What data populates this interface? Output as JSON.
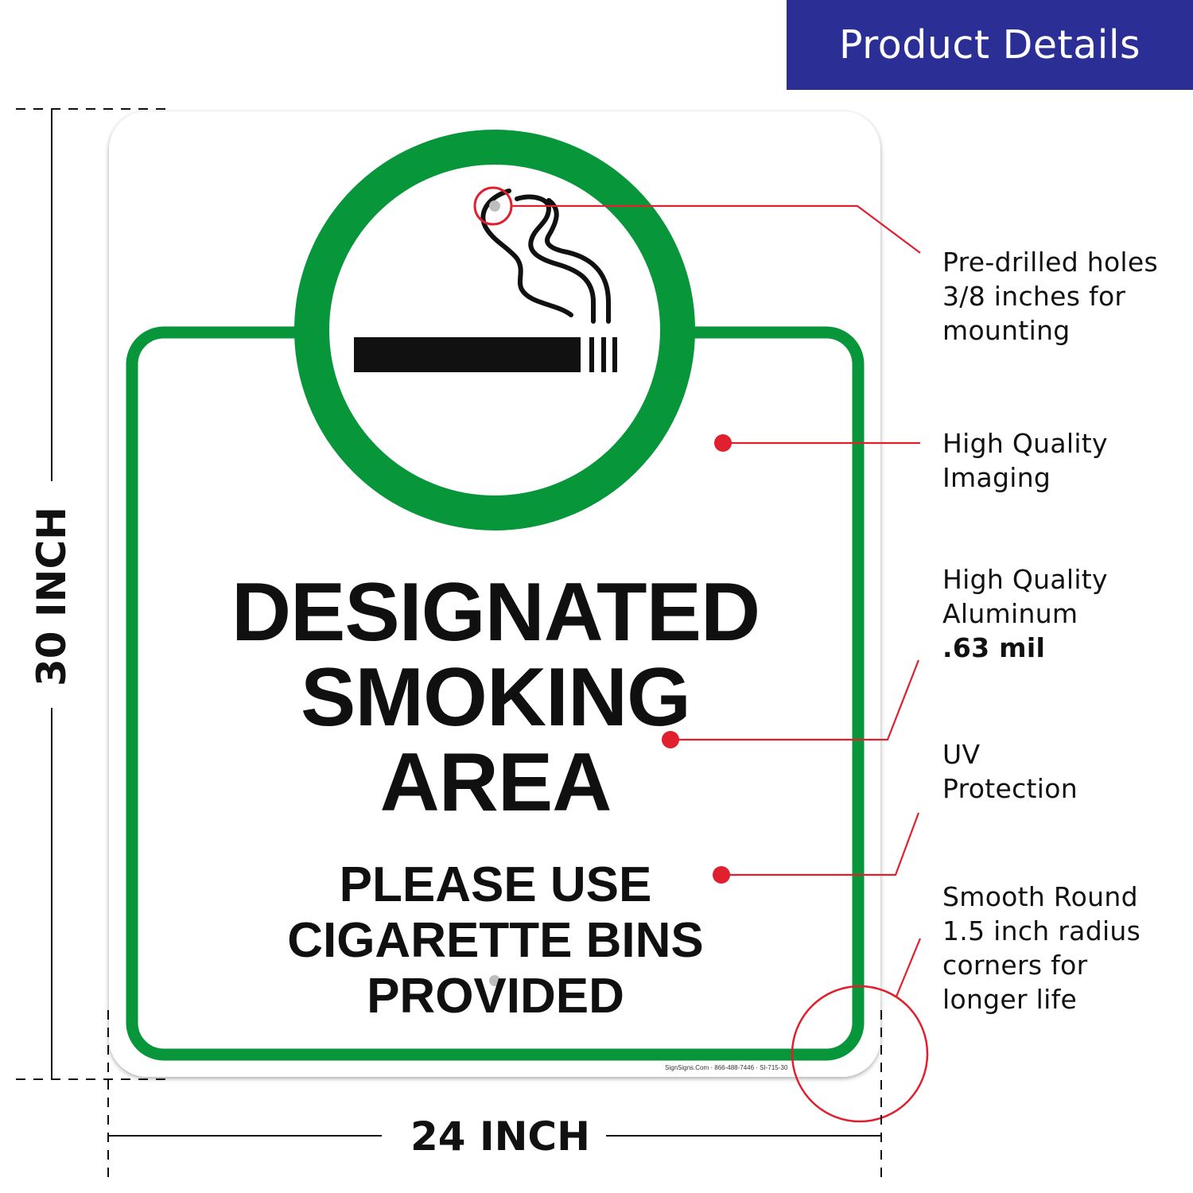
{
  "header": {
    "title": "Product Details",
    "bg_color": "#2b2f95"
  },
  "colors": {
    "green": "#079639",
    "callout_red": "#e0202e",
    "text": "#101010"
  },
  "sign": {
    "icon": "smoking-cigarette-icon",
    "title_lines": [
      "DESIGNATED",
      "SMOKING",
      "AREA"
    ],
    "subtitle_lines": [
      "PLEASE USE",
      "CIGARETTE BINS",
      "PROVIDED"
    ],
    "fineprint": "SignSigns.Com · 866-488-7446 · SI-715-30"
  },
  "features": [
    {
      "lines": [
        "Pre-drilled holes",
        "3/8 inches for",
        "mounting"
      ]
    },
    {
      "lines": [
        "High Quality",
        "Imaging"
      ]
    },
    {
      "lines": [
        "High Quality",
        "Aluminum"
      ],
      "bold": ".63 mil"
    },
    {
      "lines": [
        "UV",
        "Protection"
      ]
    },
    {
      "lines": [
        "Smooth Round",
        "1.5 inch radius",
        "corners for",
        "longer life"
      ]
    }
  ],
  "dimensions": {
    "height": "30 INCH",
    "width": "24 INCH"
  }
}
